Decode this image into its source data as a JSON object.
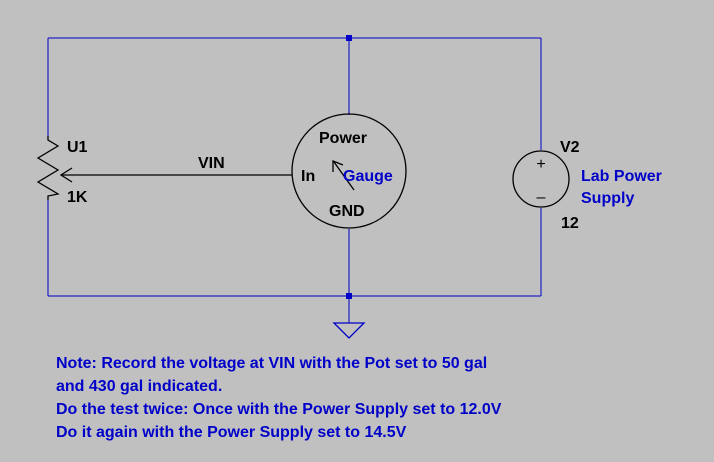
{
  "colors": {
    "background": "#C0C0C0",
    "wire": "#0000C8",
    "component_text": "#000000",
    "annotation_text": "#0000C8"
  },
  "potentiometer": {
    "ref": "U1",
    "value": "1K"
  },
  "net_label": "VIN",
  "gauge": {
    "pin_power": "Power",
    "pin_in": "In",
    "pin_gnd": "GND",
    "name": "Gauge"
  },
  "voltage_source": {
    "ref": "V2",
    "name_line1": "Lab Power",
    "name_line2": "Supply",
    "value": "12",
    "plus_symbol": "+",
    "minus_symbol": "–"
  },
  "notes": [
    "Note: Record the voltage at VIN with the Pot set to 50 gal",
    "and 430 gal indicated.",
    "Do the test twice: Once with the Power Supply set to 12.0V",
    "Do it again with the Power Supply set to 14.5V"
  ]
}
